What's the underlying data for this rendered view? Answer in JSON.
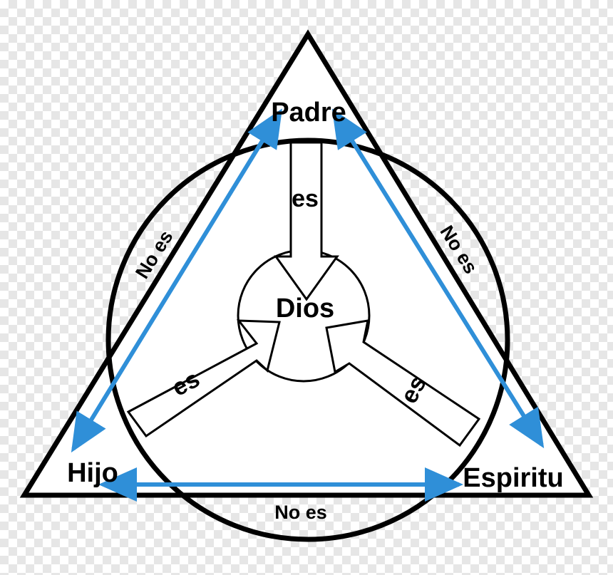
{
  "nodes": {
    "top": "Padre",
    "left": "Hijo",
    "right": "Espiritu",
    "center": "Dios"
  },
  "relations": {
    "is": "es",
    "is_not": "No es"
  },
  "colors": {
    "line": "#000000",
    "arrow": "#2f8fd8",
    "fill": "#ffffff"
  }
}
